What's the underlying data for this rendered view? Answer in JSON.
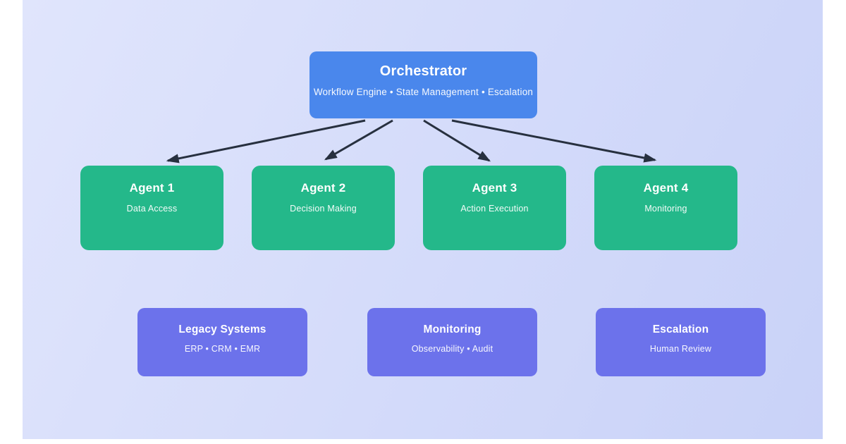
{
  "diagram": {
    "orchestrator": {
      "title": "Orchestrator",
      "subtitle": "Workflow Engine • State Management • Escalation"
    },
    "agents": [
      {
        "title": "Agent 1",
        "subtitle": "Data Access"
      },
      {
        "title": "Agent 2",
        "subtitle": "Decision Making"
      },
      {
        "title": "Agent 3",
        "subtitle": "Action Execution"
      },
      {
        "title": "Agent 4",
        "subtitle": "Monitoring"
      }
    ],
    "systems": [
      {
        "title": "Legacy Systems",
        "subtitle": "ERP • CRM • EMR"
      },
      {
        "title": "Monitoring",
        "subtitle": "Observability • Audit"
      },
      {
        "title": "Escalation",
        "subtitle": "Human Review"
      }
    ],
    "colors": {
      "orchestrator": "#4a87ec",
      "agent": "#24b88a",
      "system": "#6c72eb",
      "arrow": "#27303f",
      "bg_start": "#e0e5fc",
      "bg_end": "#c9d2f8"
    }
  }
}
